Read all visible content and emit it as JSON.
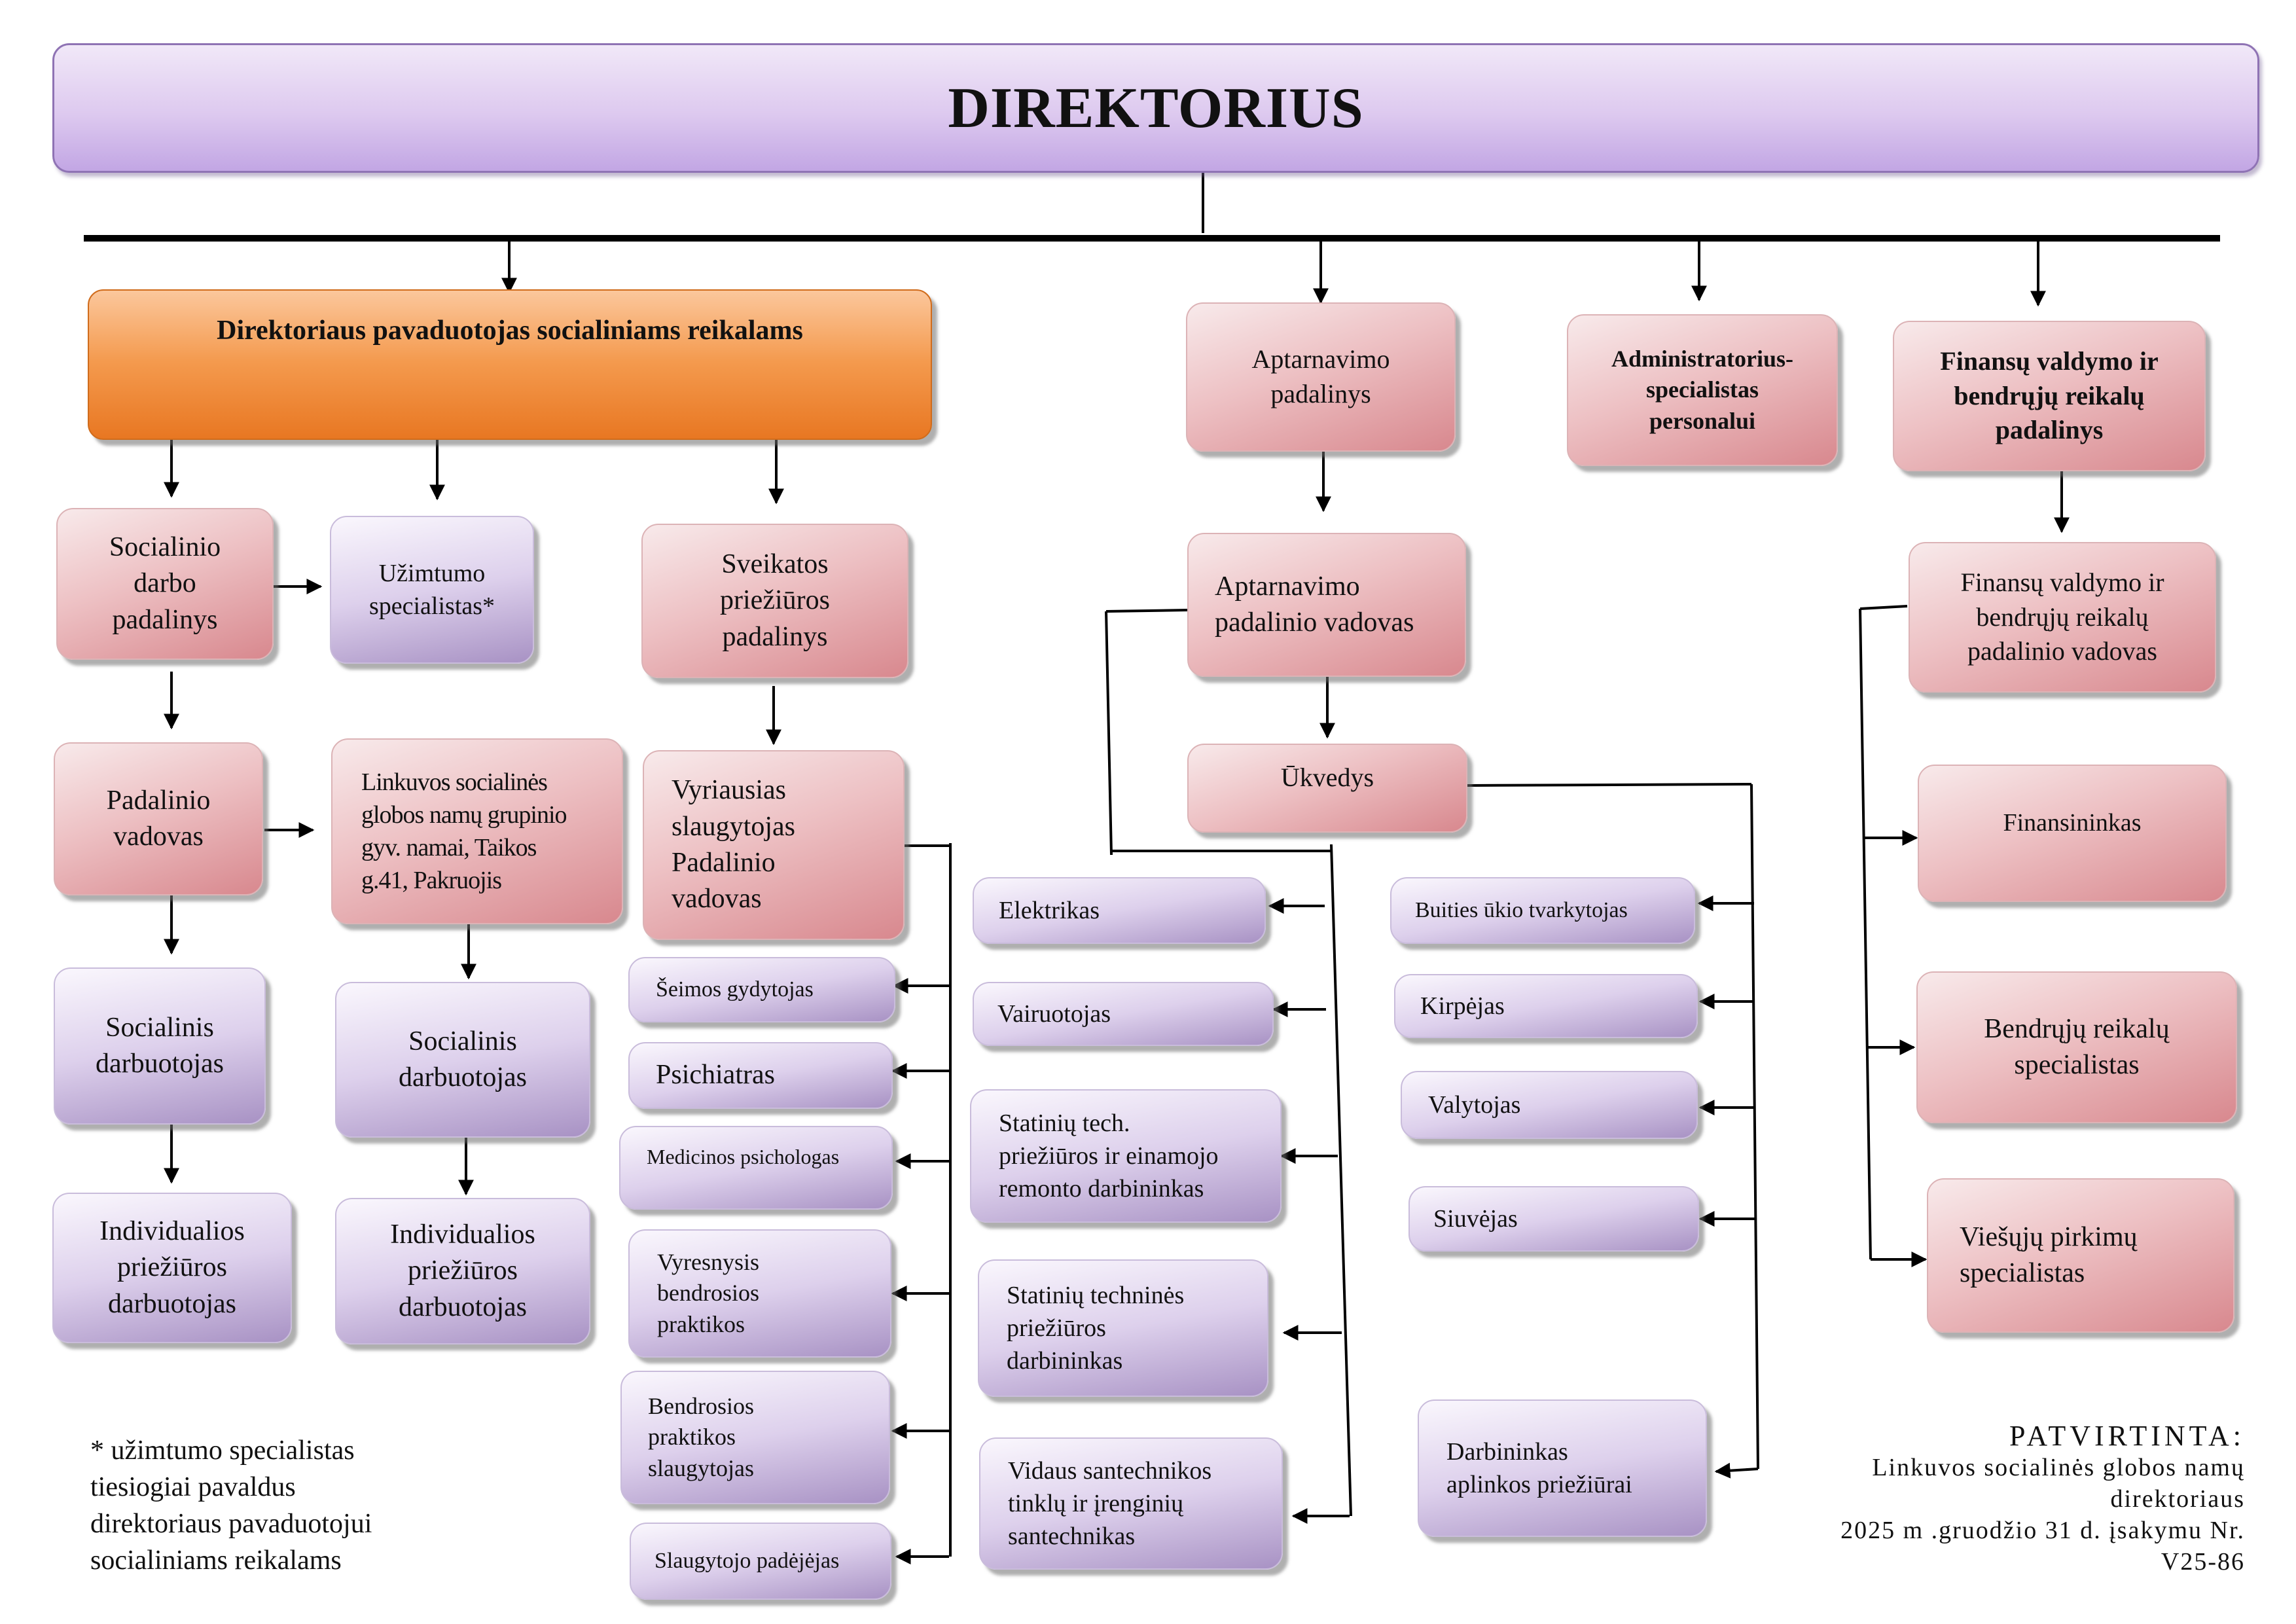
{
  "director": {
    "title": "DIREKTORIUS"
  },
  "deputy": {
    "title": "Direktoriaus pavaduotojas socialiniams reikalams"
  },
  "top_units": {
    "service": [
      "Aptarnavimo",
      "padalinys"
    ],
    "admin": [
      "Administratorius-",
      "specialistas",
      "personalui"
    ],
    "finance": [
      "Finansų valdymo ir",
      "bendrųjų reikalų",
      "padalinys"
    ]
  },
  "social_branch": {
    "unit": [
      "Socialinio",
      "darbo",
      "padalinys"
    ],
    "head": [
      "Padalinio",
      "vadovas"
    ],
    "worker": [
      "Socialinis",
      "darbuotojas"
    ],
    "care_worker": [
      "Individualios",
      "priežiūros",
      "darbuotojas"
    ]
  },
  "employment_branch": {
    "specialist": [
      "Užimtumo",
      "specialistas*"
    ],
    "group_home": [
      "Linkuvos socialinės",
      "globos namų grupinio",
      "gyv. namai, Taikos",
      "g.41, Pakruojis"
    ],
    "worker": [
      "Socialinis",
      "darbuotojas"
    ],
    "care_worker": [
      "Individualios",
      "priežiūros",
      "darbuotojas"
    ]
  },
  "health_branch": {
    "unit": [
      "Sveikatos",
      "priežiūros",
      "padalinys"
    ],
    "head_nurse": [
      "Vyriausias",
      "slaugytojas",
      "Padalinio",
      "vadovas"
    ],
    "staff": [
      [
        "Šeimos gydytojas"
      ],
      [
        "Psichiatras"
      ],
      [
        "Medicinos psichologas"
      ],
      [
        "Vyresnysis",
        "bendrosios",
        "praktikos"
      ],
      [
        "Bendrosios",
        "praktikos",
        "slaugytojas"
      ],
      [
        "Slaugytojo padėjėjas"
      ]
    ]
  },
  "service_branch": {
    "head": [
      "Aptarnavimo",
      "padalinio vadovas"
    ],
    "steward": [
      "Ūkvedys"
    ],
    "staff_left": [
      [
        "Elektrikas"
      ],
      [
        "Vairuotojas"
      ],
      [
        "Statinių tech.",
        "priežiūros ir einamojo",
        "remonto darbininkas"
      ],
      [
        "Statinių techninės",
        "priežiūros",
        "darbininkas"
      ],
      [
        "Vidaus santechnikos",
        "tinklų ir įrenginių",
        "santechnikas"
      ]
    ],
    "staff_right": [
      [
        "Buities ūkio tvarkytojas"
      ],
      [
        "Kirpėjas"
      ],
      [
        "Valytojas"
      ],
      [
        "Siuvėjas"
      ],
      [
        "Darbininkas",
        "aplinkos priežiūrai"
      ]
    ]
  },
  "finance_branch": {
    "head": [
      "Finansų valdymo ir",
      "bendrųjų reikalų",
      "padalinio vadovas"
    ],
    "staff": [
      [
        "Finansininkas"
      ],
      [
        "Bendrųjų reikalų",
        "specialistas"
      ],
      [
        "Viešųjų pirkimų",
        "specialistas"
      ]
    ]
  },
  "footnote": [
    "* užimtumo specialistas",
    "tiesiogiai pavaldus",
    "direktoriaus pavaduotojui",
    "socialiniams reikalams"
  ],
  "approval": {
    "title": "PATVIRTINTA:",
    "lines": [
      "Linkuvos socialinės globos namų",
      "direktoriaus",
      "2025 m .gruodžio 31 d. įsakymu Nr.",
      "V25-86"
    ]
  }
}
